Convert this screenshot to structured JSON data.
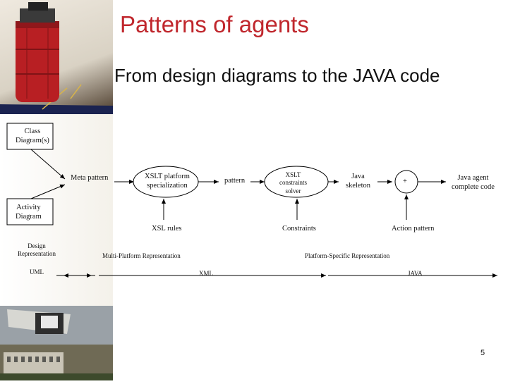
{
  "title": "Patterns of agents",
  "subtitle": "From design diagrams to the JAVA code",
  "page_number": "5",
  "diagram": {
    "class_diagram": "Class\nDiagram(s)",
    "activity_diagram": "Activity\nDiagram",
    "meta_pattern": "Meta pattern",
    "xslt_platform": "XSLT platform\nspecialization",
    "pattern": "pattern",
    "xslt_constraints": "XSLT\nconstraints\nsolver",
    "java_skeleton": "Java\nskeleton",
    "plus": "+",
    "java_agent": "Java agent\ncomplete code",
    "xsl_rules": "XSL rules",
    "constraints": "Constraints",
    "action_pattern": "Action pattern",
    "design_representation": "Design\nRepresentation",
    "multi_platform": "Multi-Platform Representation",
    "platform_specific": "Platform-Specific Representation",
    "uml": "UML",
    "xml": "XML",
    "java": "JAVA"
  },
  "colors": {
    "title": "#c0272d"
  }
}
